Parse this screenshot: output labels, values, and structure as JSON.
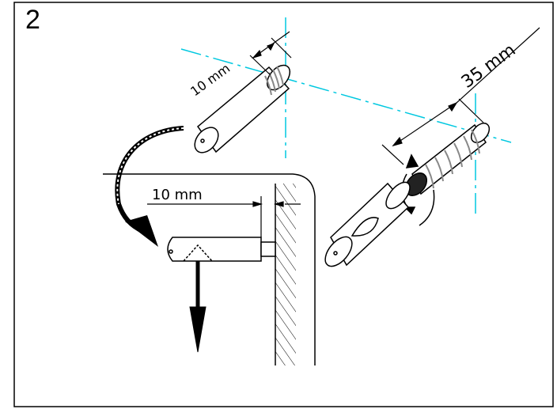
{
  "step": {
    "number": "2"
  },
  "dimensions": {
    "top_left": "10 mm",
    "top_right": "35 mm",
    "bracket": "10 mm"
  },
  "colors": {
    "line": "#000000",
    "guide": "#00c8e0",
    "background": "#ffffff"
  }
}
